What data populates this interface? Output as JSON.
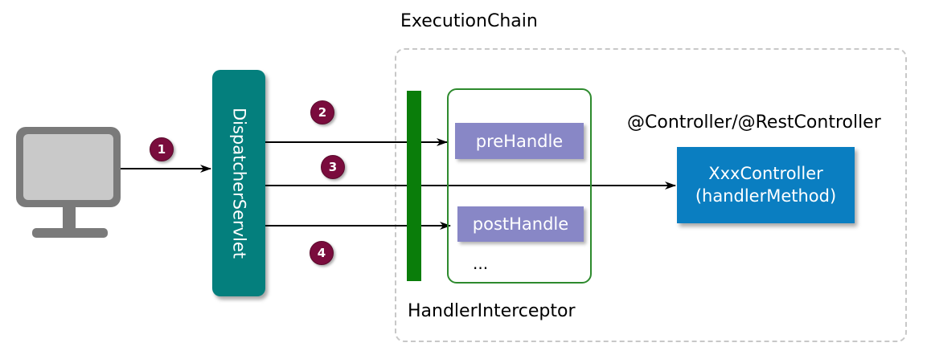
{
  "title": "ExecutionChain",
  "components": {
    "dispatcher": "DispatcherServlet",
    "interceptor_label": "HandlerInterceptor",
    "controller_annotation": "@Controller/@RestController",
    "controller_line1": "XxxController",
    "controller_line2": "(handlerMethod)",
    "pre_handle": "preHandle",
    "post_handle": "postHandle",
    "more": "..."
  },
  "steps": [
    "1",
    "2",
    "3",
    "4"
  ],
  "colors": {
    "dispatcher": "#047f7d",
    "interceptor_bar": "#0a7d0a",
    "method_box": "#8887c6",
    "controller": "#0a7ec1",
    "badge": "#7a0c3d"
  },
  "icons": [
    "computer-monitor-icon"
  ]
}
